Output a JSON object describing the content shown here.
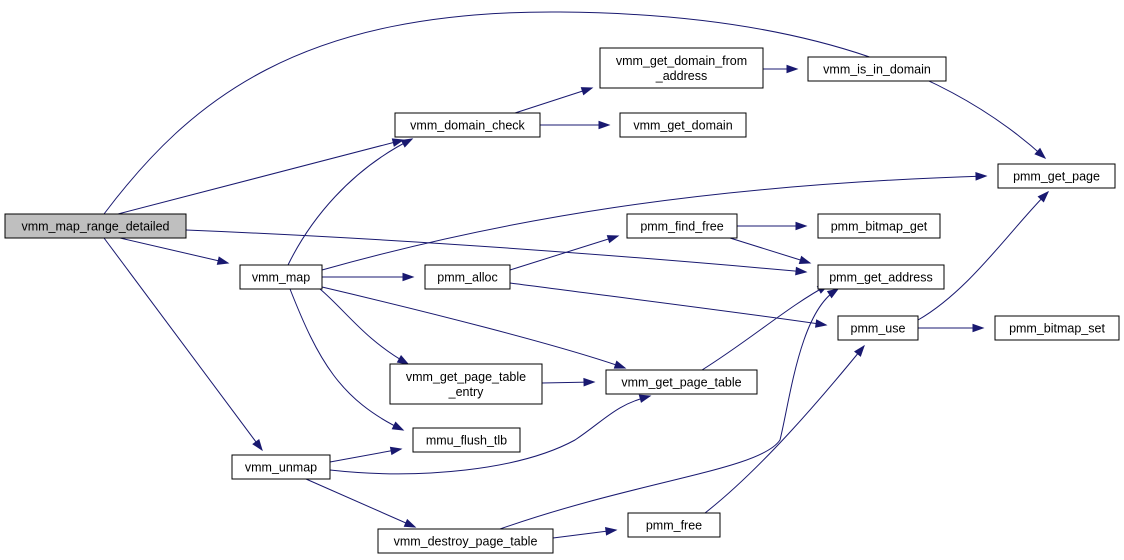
{
  "nodes": {
    "root": "vmm_map_range_detailed",
    "vmm_map": "vmm_map",
    "vmm_unmap": "vmm_unmap",
    "vmm_domain_check": "vmm_domain_check",
    "vmm_get_domain_from_address": [
      "vmm_get_domain_from",
      "_address"
    ],
    "vmm_is_in_domain": "vmm_is_in_domain",
    "vmm_get_domain": "vmm_get_domain",
    "pmm_get_page": "pmm_get_page",
    "pmm_find_free": "pmm_find_free",
    "pmm_bitmap_get": "pmm_bitmap_get",
    "pmm_alloc": "pmm_alloc",
    "pmm_get_address": "pmm_get_address",
    "pmm_use": "pmm_use",
    "pmm_bitmap_set": "pmm_bitmap_set",
    "vmm_get_page_table_entry": [
      "vmm_get_page_table",
      "_entry"
    ],
    "vmm_get_page_table": "vmm_get_page_table",
    "mmu_flush_tlb": "mmu_flush_tlb",
    "vmm_destroy_page_table": "vmm_destroy_page_table",
    "pmm_free": "pmm_free"
  },
  "edges": [
    [
      "root",
      "pmm_get_page"
    ],
    [
      "root",
      "vmm_domain_check"
    ],
    [
      "root",
      "vmm_map"
    ],
    [
      "root",
      "pmm_get_address"
    ],
    [
      "root",
      "vmm_unmap"
    ],
    [
      "vmm_domain_check",
      "vmm_get_domain_from_address"
    ],
    [
      "vmm_domain_check",
      "vmm_get_domain"
    ],
    [
      "vmm_get_domain_from_address",
      "vmm_is_in_domain"
    ],
    [
      "vmm_map",
      "vmm_domain_check"
    ],
    [
      "vmm_map",
      "pmm_get_page"
    ],
    [
      "vmm_map",
      "pmm_alloc"
    ],
    [
      "vmm_map",
      "vmm_get_page_table_entry"
    ],
    [
      "vmm_map",
      "vmm_get_page_table"
    ],
    [
      "vmm_map",
      "mmu_flush_tlb"
    ],
    [
      "pmm_alloc",
      "pmm_find_free"
    ],
    [
      "pmm_alloc",
      "pmm_use"
    ],
    [
      "pmm_find_free",
      "pmm_bitmap_get"
    ],
    [
      "pmm_find_free",
      "pmm_get_address"
    ],
    [
      "pmm_use",
      "pmm_get_page"
    ],
    [
      "pmm_use",
      "pmm_bitmap_set"
    ],
    [
      "vmm_get_page_table_entry",
      "vmm_get_page_table"
    ],
    [
      "vmm_get_page_table",
      "pmm_get_address"
    ],
    [
      "vmm_unmap",
      "mmu_flush_tlb"
    ],
    [
      "vmm_unmap",
      "vmm_get_page_table"
    ],
    [
      "vmm_unmap",
      "vmm_destroy_page_table"
    ],
    [
      "vmm_destroy_page_table",
      "pmm_get_address"
    ],
    [
      "vmm_destroy_page_table",
      "pmm_free"
    ],
    [
      "pmm_free",
      "pmm_use"
    ]
  ],
  "colors": {
    "edge": "#191970",
    "root_fill": "#bfbfbf",
    "node_fill": "#ffffff",
    "node_border": "#000000"
  }
}
